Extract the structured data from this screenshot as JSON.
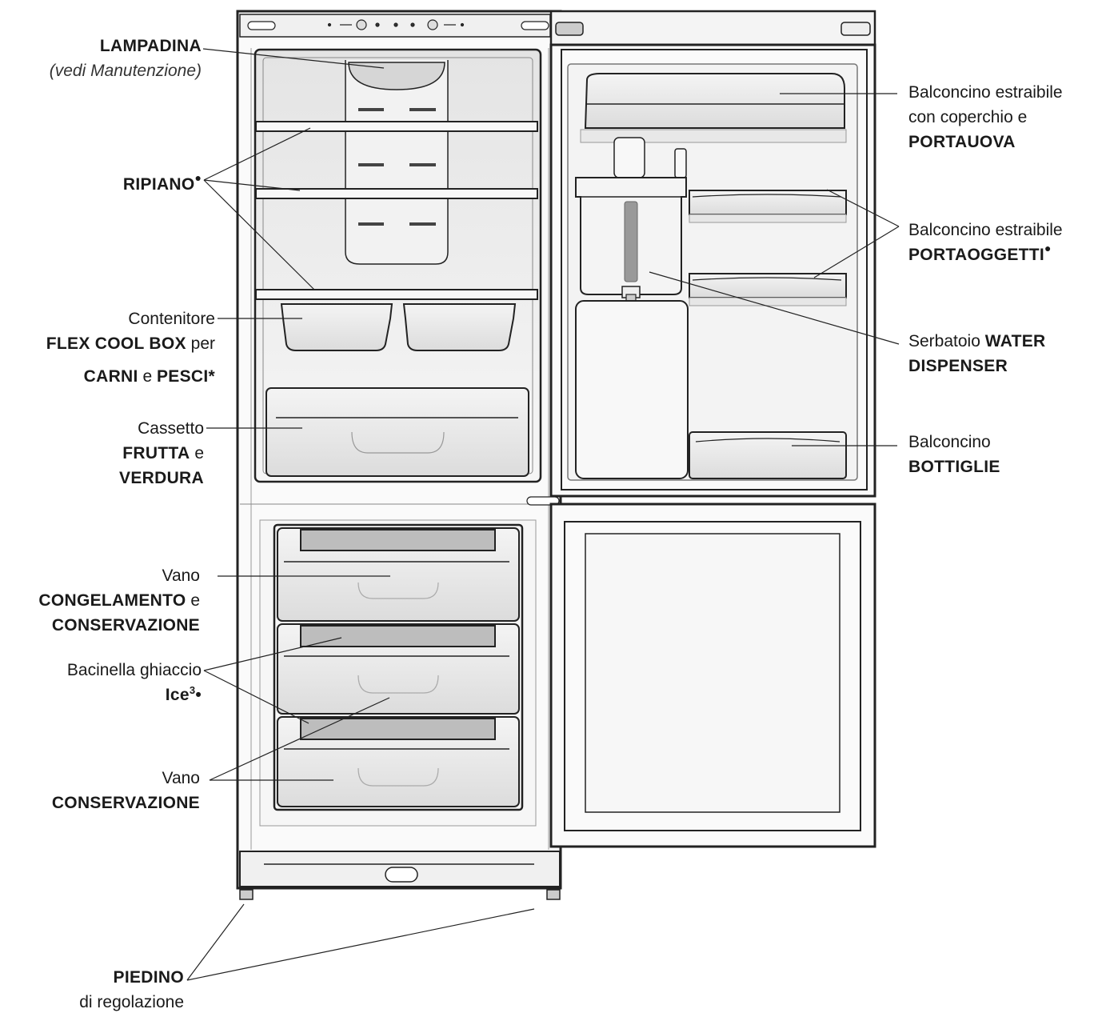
{
  "labels": {
    "lampadina": {
      "title": "LAMPADINA",
      "note": "(vedi Manutenzione)"
    },
    "ripiano": {
      "title": "RIPIANO",
      "mark": "●"
    },
    "flex": {
      "line1": "Contenitore",
      "line2_bold": "FLEX COOL BOX",
      "line2_tail": " per",
      "line3_b1": "CARNI",
      "line3_mid": " e ",
      "line3_b2": "PESCI*"
    },
    "cassetto": {
      "line1": "Cassetto",
      "line2_bold": "FRUTTA",
      "line2_tail": " e",
      "line3": "VERDURA"
    },
    "vano_cong": {
      "line1": "Vano",
      "line2_bold": "CONGELAMENTO",
      "line2_tail": " e",
      "line3": "CONSERVAZIONE"
    },
    "bacinella": {
      "line1": "Bacinella ghiaccio",
      "line2": "Ice",
      "sup": "3",
      "mark": "•"
    },
    "vano_cons": {
      "line1": "Vano",
      "line2": "CONSERVAZIONE"
    },
    "piedino": {
      "title": "PIEDINO",
      "note": "di regolazione"
    },
    "portauova": {
      "line1": "Balconcino estraibile",
      "line2": "con coperchio e",
      "line3": "PORTAUOVA"
    },
    "portaoggetti": {
      "line1": "Balconcino estraibile",
      "line2": "PORTAOGGETTI",
      "mark": "●"
    },
    "water": {
      "line1_reg": "Serbatoio ",
      "line1_bold": "WATER",
      "line2": "DISPENSER"
    },
    "bottiglie": {
      "line1": "Balconcino",
      "line2": "BOTTIGLIE"
    }
  }
}
